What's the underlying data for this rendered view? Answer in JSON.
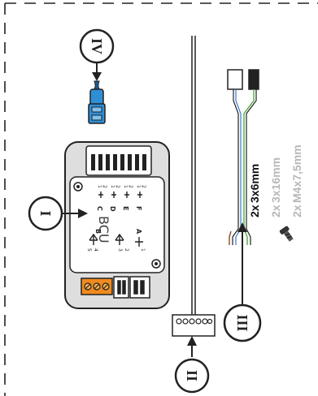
{
  "callouts": {
    "one": "I",
    "two": "II",
    "three": "III",
    "four": "IV"
  },
  "bcu_label": "BCU",
  "terminal_numbers": {
    "top": [
      "1",
      "2",
      "1",
      "2",
      "1",
      "2",
      "1",
      "2"
    ],
    "bottom": [
      "5",
      "4",
      "3",
      "2",
      "1"
    ]
  },
  "terminal_letters": {
    "top": [
      "C",
      "D",
      "E",
      "F"
    ],
    "bottom": [
      "B",
      "A"
    ]
  },
  "fastener_list": [
    {
      "qty": "2x",
      "size": "3x6mm"
    },
    {
      "qty": "2x",
      "size": "3x16mm"
    },
    {
      "qty": "2x",
      "size": "M4x7,5mm"
    }
  ],
  "colors": {
    "accent_orange": "#f08a1e",
    "connector_blue": "#2f8fd6",
    "wire_green": "#4caf3a",
    "wire_blue": "#3a7ad6",
    "wire_brown": "#8a4a1f",
    "dim_text": "#b8b8b8",
    "body_gray": "#d6d6d6"
  }
}
